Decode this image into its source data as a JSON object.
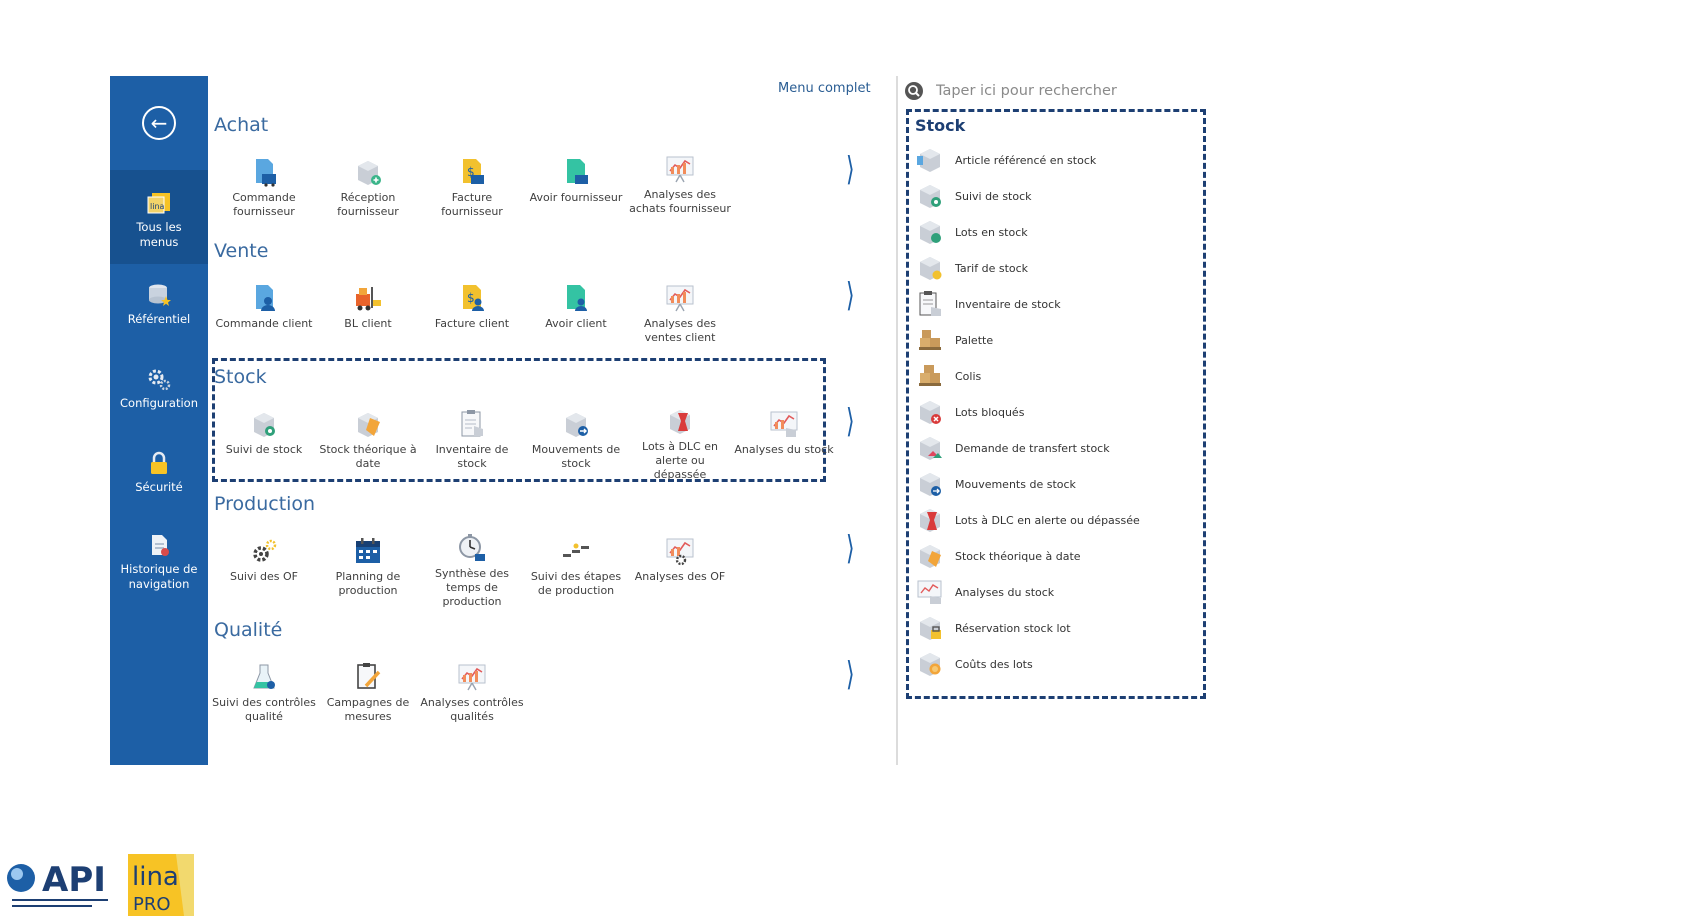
{
  "nav": {
    "items": [
      {
        "label": "Tous les\nmenus",
        "icon": "lina-menus-icon"
      },
      {
        "label": "Référentiel",
        "icon": "database-icon"
      },
      {
        "label": "Configuration",
        "icon": "gears-icon"
      },
      {
        "label": "Sécurité",
        "icon": "padlock-icon"
      },
      {
        "label": "Historique de\nnavigation",
        "icon": "history-document-icon"
      }
    ]
  },
  "menu_complet": "Menu complet",
  "sections": [
    {
      "title": "Achat",
      "tiles": [
        {
          "label": "Commande fournisseur",
          "icon": "order-icon"
        },
        {
          "label": "Réception fournisseur",
          "icon": "reception-box-icon"
        },
        {
          "label": "Facture fournisseur",
          "icon": "invoice-icon"
        },
        {
          "label": "Avoir fournisseur",
          "icon": "credit-note-icon"
        },
        {
          "label": "Analyses des achats fournisseur",
          "icon": "analytics-chart-icon"
        }
      ]
    },
    {
      "title": "Vente",
      "tiles": [
        {
          "label": "Commande client",
          "icon": "order-icon"
        },
        {
          "label": "BL client",
          "icon": "forklift-icon"
        },
        {
          "label": "Facture client",
          "icon": "invoice-icon"
        },
        {
          "label": "Avoir client",
          "icon": "credit-note-icon"
        },
        {
          "label": "Analyses des ventes client",
          "icon": "analytics-chart-icon"
        }
      ]
    },
    {
      "title": "Stock",
      "tiles": [
        {
          "label": "Suivi de stock",
          "icon": "stock-box-icon"
        },
        {
          "label": "Stock théorique à date",
          "icon": "stock-box-date-icon"
        },
        {
          "label": "Inventaire de stock",
          "icon": "inventory-clipboard-icon"
        },
        {
          "label": "Mouvements de stock",
          "icon": "stock-movement-icon"
        },
        {
          "label": "Lots à DLC en alerte ou dépassée",
          "icon": "dlc-alert-icon"
        },
        {
          "label": "Analyses du stock",
          "icon": "analytics-chart-icon"
        }
      ]
    },
    {
      "title": "Production",
      "tiles": [
        {
          "label": "Suivi des OF",
          "icon": "gears-icon"
        },
        {
          "label": "Planning de production",
          "icon": "calendar-icon"
        },
        {
          "label": "Synthèse des temps de production",
          "icon": "stopwatch-icon"
        },
        {
          "label": "Suivi des étapes de production",
          "icon": "steps-icon"
        },
        {
          "label": "Analyses des OF",
          "icon": "analytics-chart-icon"
        }
      ]
    },
    {
      "title": "Qualité",
      "tiles": [
        {
          "label": "Suivi des contrôles qualité",
          "icon": "lab-flask-icon"
        },
        {
          "label": "Campagnes de mesures",
          "icon": "clipboard-pen-icon"
        },
        {
          "label": "Analyses contrôles qualités",
          "icon": "analytics-chart-icon"
        }
      ]
    }
  ],
  "search": {
    "placeholder": "Taper ici pour rechercher"
  },
  "result": {
    "title": "Stock",
    "items": [
      {
        "label": "Article référencé en stock",
        "icon": "stock-box-icon"
      },
      {
        "label": "Suivi de stock",
        "icon": "stock-box-icon"
      },
      {
        "label": "Lots en stock",
        "icon": "stock-box-icon"
      },
      {
        "label": "Tarif de stock",
        "icon": "stock-price-icon"
      },
      {
        "label": "Inventaire de stock",
        "icon": "inventory-clipboard-icon"
      },
      {
        "label": "Palette",
        "icon": "pallet-icon"
      },
      {
        "label": "Colis",
        "icon": "parcel-icon"
      },
      {
        "label": "Lots bloqués",
        "icon": "blocked-lot-icon"
      },
      {
        "label": "Demande de transfert stock",
        "icon": "transfer-icon"
      },
      {
        "label": "Mouvements de stock",
        "icon": "stock-movement-icon"
      },
      {
        "label": "Lots à DLC en alerte ou dépassée",
        "icon": "dlc-alert-icon"
      },
      {
        "label": "Stock théorique à date",
        "icon": "stock-box-date-icon"
      },
      {
        "label": "Analyses du stock",
        "icon": "analytics-chart-icon"
      },
      {
        "label": "Réservation stock lot",
        "icon": "reservation-icon"
      },
      {
        "label": "Coûts des lots",
        "icon": "lot-cost-icon"
      }
    ]
  },
  "logos": {
    "api_text": "API",
    "lina_text": "lina",
    "pro_text": "PRO"
  },
  "colors": {
    "nav_bg": "#1d5fa6",
    "accent": "#3a6aa0",
    "dash": "#1d3f73"
  }
}
